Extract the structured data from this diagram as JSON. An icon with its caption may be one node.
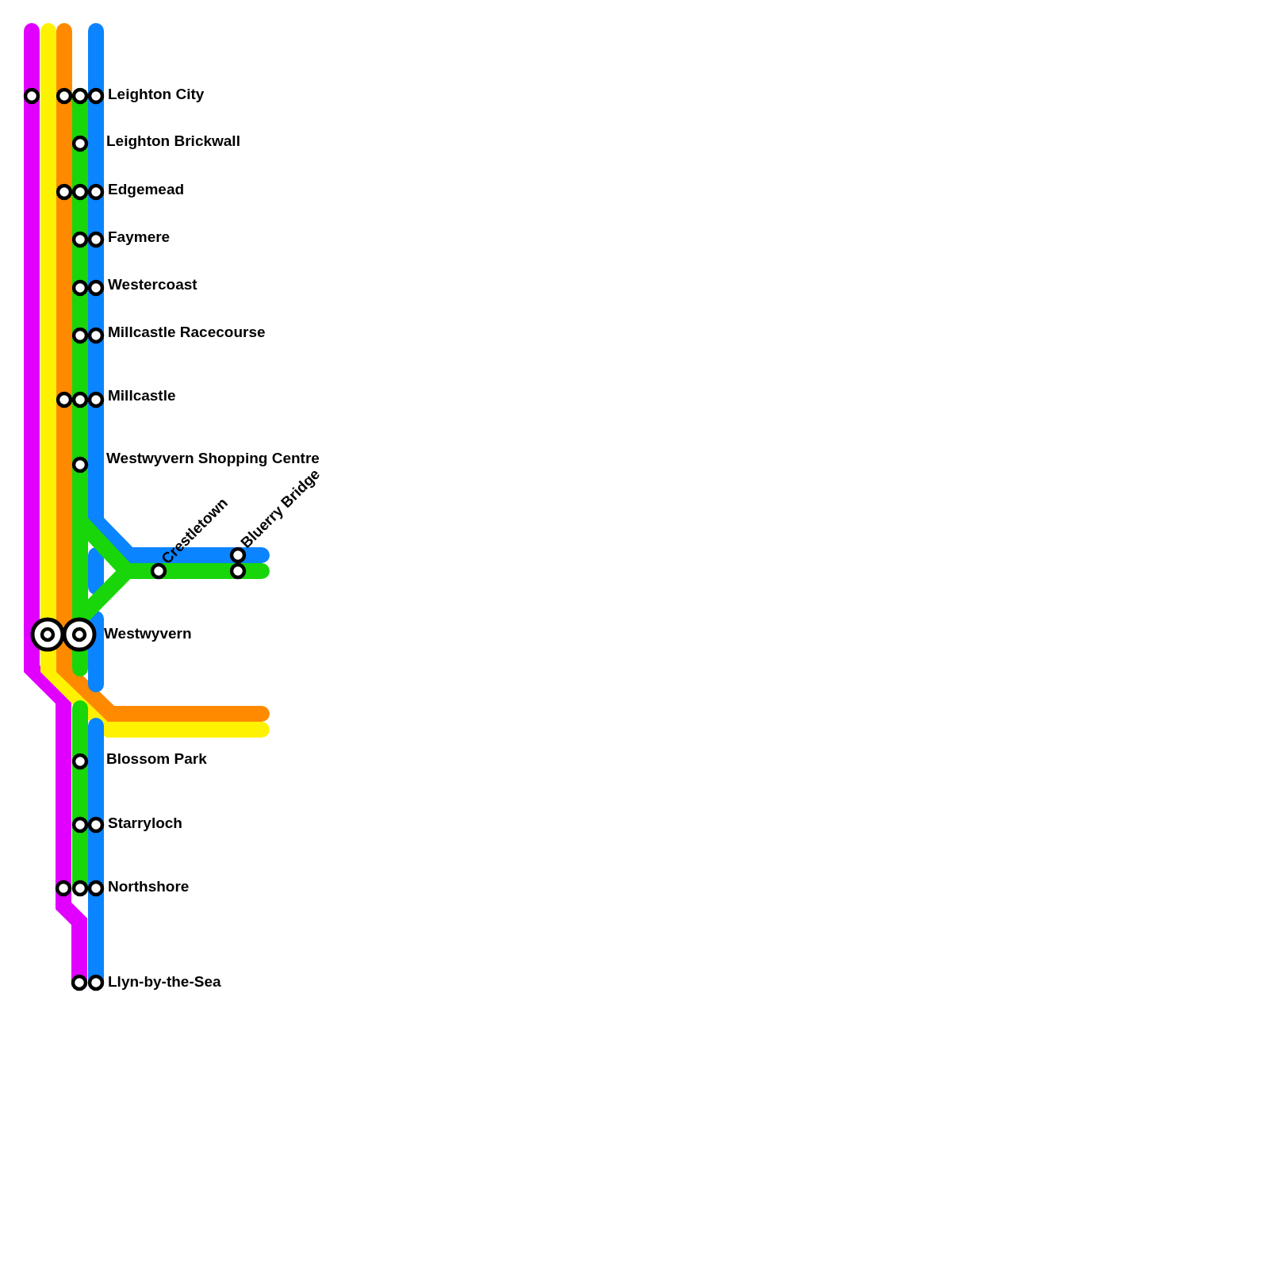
{
  "diagram": {
    "labels": [
      "Leighton City",
      "Leighton Brickwall",
      "Edgemead",
      "Faymere",
      "Westercoast",
      "Millcastle Racecourse",
      "Millcastle",
      "Westwyvern Shopping Centre",
      "Crestletown",
      "Bluerry Bridge",
      "Westwyvern",
      "Blossom Park",
      "Starryloch",
      "Northshore",
      "Llyn-by-the-Sea"
    ]
  }
}
